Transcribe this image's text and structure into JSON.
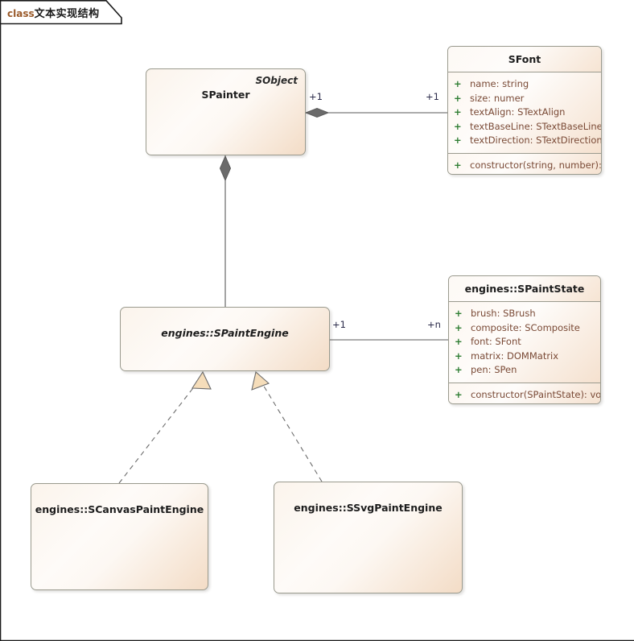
{
  "diagram": {
    "frame_keyword": "class",
    "frame_title": "文本实现结构",
    "type": "uml-class-diagram"
  },
  "classes": {
    "spainter": {
      "name": "SPainter",
      "stereotype": "SObject",
      "abstract": false
    },
    "sfont": {
      "name": "SFont",
      "attributes": [
        {
          "visibility": "+",
          "signature": "name: string"
        },
        {
          "visibility": "+",
          "signature": "size: numer"
        },
        {
          "visibility": "+",
          "signature": "textAlign: STextAlign"
        },
        {
          "visibility": "+",
          "signature": "textBaseLine: STextBaseLine"
        },
        {
          "visibility": "+",
          "signature": "textDirection: STextDirection"
        }
      ],
      "operations": [
        {
          "visibility": "+",
          "signature": "constructor(string, number): void"
        }
      ]
    },
    "spaintengine": {
      "name": "engines::SPaintEngine",
      "abstract": true
    },
    "spaintstate": {
      "name": "engines::SPaintState",
      "attributes": [
        {
          "visibility": "+",
          "signature": "brush: SBrush"
        },
        {
          "visibility": "+",
          "signature": "composite: SComposite"
        },
        {
          "visibility": "+",
          "signature": "font: SFont"
        },
        {
          "visibility": "+",
          "signature": "matrix: DOMMatrix"
        },
        {
          "visibility": "+",
          "signature": "pen: SPen"
        }
      ],
      "operations": [
        {
          "visibility": "+",
          "signature": "constructor(SPaintState): void"
        }
      ]
    },
    "scanvaspaintengine": {
      "name": "engines::SCanvasPaintEngine",
      "abstract": false
    },
    "ssvgpaintengine": {
      "name": "engines::SSvgPaintEngine",
      "abstract": false
    }
  },
  "relationships": {
    "painter_font": {
      "kind": "composition",
      "source_mult": "+1",
      "target_mult": "+1"
    },
    "painter_engine": {
      "kind": "composition"
    },
    "engine_state": {
      "kind": "association",
      "source_mult": "+1",
      "target_mult": "+n"
    },
    "canvas_realizes": {
      "kind": "realization"
    },
    "svg_realizes": {
      "kind": "realization"
    }
  },
  "colors": {
    "box_border": "#9a9a8e",
    "box_fill_light": "#fefcfa",
    "box_fill_peach": "#f3dcc6",
    "member_text": "#7a4a36",
    "visibility_text": "#2e7d32",
    "keyword_text": "#9a5a2a",
    "connector": "#5a5a5a",
    "diamond_fill": "#6b6b6b",
    "triangle_fill": "#f5ddba"
  }
}
